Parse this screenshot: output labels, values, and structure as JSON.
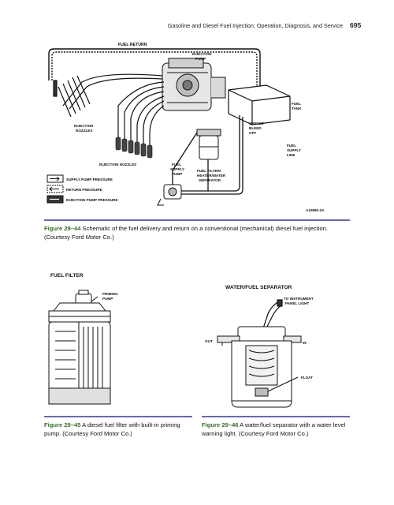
{
  "header": {
    "title": "Gasoline and Diesel Fuel Injection: Operation, Diagnosis, and Service",
    "page_number": "695"
  },
  "figure1": {
    "labels": {
      "fuel_return": "FUEL RETURN",
      "injection_pump_1": "INJECTION",
      "injection_pump_2": "PUMP",
      "fuel_tank_1": "FUEL",
      "fuel_tank_2": "TANK",
      "injection_nozzles_1": "INJECTION",
      "injection_nozzles_2": "NOZZLES",
      "orifice_1": "ORIFICE",
      "orifice_2": "BLEED",
      "orifice_3": "OFF",
      "fuel_supply_line_1": "FUEL",
      "fuel_supply_line_2": "SUPPLY",
      "fuel_supply_line_3": "LINE",
      "injection_nozzles_bottom": "INJECTION NOZZLES",
      "fuel_supply_pump_1": "FUEL",
      "fuel_supply_pump_2": "SUPPLY",
      "fuel_supply_pump_3": "PUMP",
      "fuel_filter_1": "FUEL FILTER/",
      "fuel_filter_2": "HEATER/WATER",
      "fuel_filter_3": "SEPARATOR",
      "code": "A10890-2A"
    },
    "legend": [
      "SUPPLY PUMP PRESSURE",
      "RETURN PRESSURE",
      "INJECTION PUMP PRESSURE"
    ],
    "caption_num": "Figure 29–44",
    "caption_text": " Schematic of the fuel delivery and return on a conventional (mechanical) diesel fuel injection. (Courtesy Ford Motor Co.)"
  },
  "figure2": {
    "title": "FUEL FILTER",
    "priming_1": "PRIMING",
    "priming_2": "PUMP",
    "caption_num": "Figure 29–45",
    "caption_text": " A diesel fuel filter with built-in priming pump. (Courtesy Ford Motor Co.)"
  },
  "figure3": {
    "title": "WATER/FUEL SEPARATOR",
    "instrument_1": "TO INSTRUMENT",
    "instrument_2": "PANEL LIGHT",
    "out": "OUT",
    "in": "IN",
    "float": "FLOAT",
    "caption_num": "Figure 29–46",
    "caption_text": " A water/fuel separator with a water level warning light. (Courtesy Ford Motor Co.)"
  }
}
